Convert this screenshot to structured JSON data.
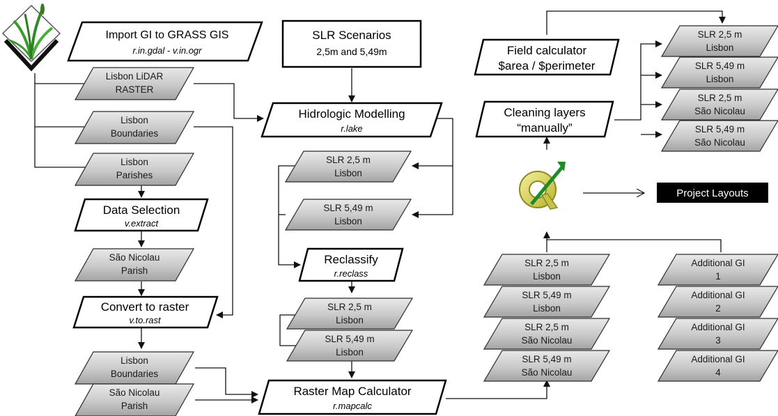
{
  "processes": {
    "import_gi": {
      "title": "Import GI to GRASS GIS",
      "sub": "r.in.gdal - v.in.ogr"
    },
    "slr_scenarios": {
      "title": "SLR Scenarios",
      "sub": "2,5m and 5,49m"
    },
    "hidrologic": {
      "title": "Hidrologic Modelling",
      "sub": "r.lake"
    },
    "data_selection": {
      "title": "Data Selection",
      "sub": "v.extract"
    },
    "reclassify": {
      "title": "Reclassify",
      "sub": "r.reclass"
    },
    "convert_raster": {
      "title": "Convert to raster",
      "sub": "v.to.rast"
    },
    "raster_calc": {
      "title": "Raster Map Calculator",
      "sub": "r.mapcalc"
    },
    "field_calc": {
      "title": "Field calculator",
      "sub": "$area / $perimeter"
    },
    "cleaning": {
      "title": "Cleaning layers",
      "sub": "“manually”"
    },
    "project_layouts": {
      "title": "Project Layouts"
    }
  },
  "data_nodes": {
    "lidar": [
      "Lisbon LiDAR",
      "RASTER"
    ],
    "boundaries": [
      "Lisbon",
      "Boundaries"
    ],
    "parishes": [
      "Lisbon",
      "Parishes"
    ],
    "sao_parish": [
      "São Nicolau",
      "Parish"
    ],
    "out_boundaries": [
      "Lisbon",
      "Boundaries"
    ],
    "out_sao": [
      "São Nicolau",
      "Parish"
    ],
    "lake_25": [
      "SLR 2,5 m",
      "Lisbon"
    ],
    "lake_549": [
      "SLR 5,49 m",
      "Lisbon"
    ],
    "rec_25": [
      "SLR 2,5 m",
      "Lisbon"
    ],
    "rec_549": [
      "SLR 5,49 m",
      "Lisbon"
    ],
    "calc_1": [
      "SLR 2,5 m",
      "Lisbon"
    ],
    "calc_2": [
      "SLR 5,49 m",
      "Lisbon"
    ],
    "calc_3": [
      "SLR 2,5 m",
      "São Nicolau"
    ],
    "calc_4": [
      "SLR 5,49 m",
      "São Nicolau"
    ],
    "add_1": [
      "Additional GI",
      "1"
    ],
    "add_2": [
      "Additional GI",
      "2"
    ],
    "add_3": [
      "Additional GI",
      "3"
    ],
    "add_4": [
      "Additional GI",
      "4"
    ],
    "fin_1": [
      "SLR 2,5 m",
      "Lisbon"
    ],
    "fin_2": [
      "SLR 5,49 m",
      "Lisbon"
    ],
    "fin_3": [
      "SLR 2,5 m",
      "São Nicolau"
    ],
    "fin_4": [
      "SLR 5,49 m",
      "São Nicolau"
    ]
  },
  "logos": {
    "grass": "grass-gis-logo",
    "qgis": "qgis-logo"
  },
  "colors": {
    "data_fill_light": "#e6e6e6",
    "data_fill_dark": "#9a9a9a",
    "layout_fill": "#000000"
  }
}
